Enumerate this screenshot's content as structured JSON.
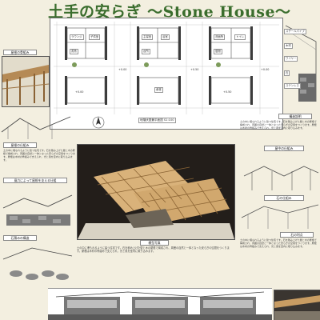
{
  "poster": {
    "title": "土手の安らぎ ～Stone House～",
    "plan_caption": "地階伏図兼平面図 S1:100",
    "plan_levels": [
      "+0.00",
      "+0.50",
      "+0.00",
      "+0.50",
      "+0.00"
    ],
    "plan_rooms": [
      "ラウンジ",
      "子供室",
      "主寝室",
      "浴室",
      "洗面所",
      "トイレ",
      "書斎",
      "台所",
      "居間",
      "食堂"
    ],
    "section_headers": {
      "left_photo": "屋根の骨組み",
      "left_2": "屋根の仕組み",
      "left_3": "風力によって屋根を支える仕組",
      "left_4": "石積みの構造",
      "center_model": "模型写真",
      "right_top": "構造説明",
      "right_1": "屋中の仕組み",
      "right_2": "石の仕組み",
      "right_3": "石の利点"
    },
    "right_labels": [
      "スチールパイプ",
      "木材",
      "ワイヤー",
      "石",
      "ステンレス"
    ],
    "body_text": "土の中に埋もれるように建つ住宅です。石を積み上げた壁と木の屋根で構成され、周囲の自然と一体となった安らぎの空間をつくります。屋根は木材の骨組みで支えられ、光と風を室内に取り込みます。"
  }
}
